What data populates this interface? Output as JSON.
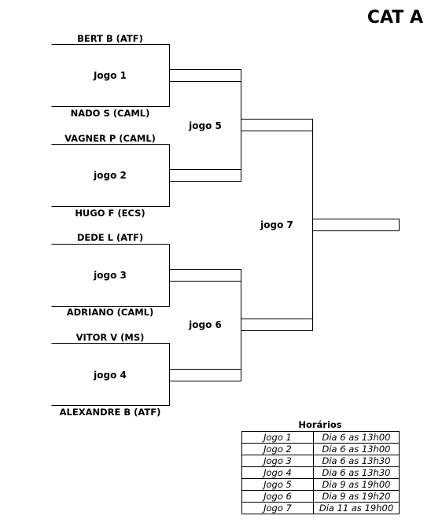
{
  "title": "CAT A",
  "players": [
    "BERT B (ATF)",
    "NADO S (CAML)",
    "VAGNER P (CAML)",
    "HUGO F (ECS)",
    "DEDE L (ATF)",
    "ADRIANO (CAML)",
    "VITOR V (MS)",
    "ALEXANDRE B (ATF)"
  ],
  "games": {
    "g1": "Jogo 1",
    "g2": "jogo 2",
    "g3": "jogo 3",
    "g4": "jogo 4",
    "g5": "jogo 5",
    "g6": "jogo 6",
    "g7": "jogo 7"
  },
  "schedule": {
    "title": "Horários",
    "rows": [
      {
        "game": "Jogo 1",
        "time": "Dia 6 as 13h00"
      },
      {
        "game": "Jogo 2",
        "time": "Dia 6 as 13h00"
      },
      {
        "game": "Jogo 3",
        "time": "Dia 6 as 13h30"
      },
      {
        "game": "Jogo 4",
        "time": "Dia 6 as 13h30"
      },
      {
        "game": "Jogo 5",
        "time": "Dia 9 as 19h00"
      },
      {
        "game": "Jogo 6",
        "time": "Dia 9 as 19h20"
      },
      {
        "game": "Jogo 7",
        "time": "Dia 11 as 19h00"
      }
    ]
  }
}
